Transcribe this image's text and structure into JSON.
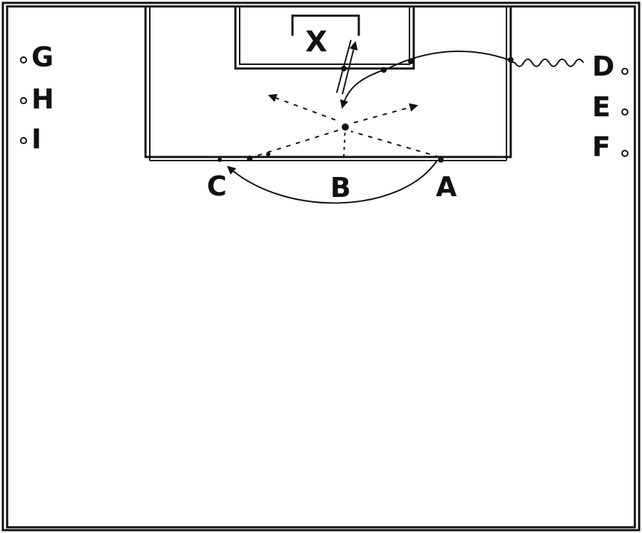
{
  "diagram": {
    "labels": {
      "x": "X",
      "a": "A",
      "b": "B",
      "c": "C",
      "d": "D",
      "e": "E",
      "f": "F",
      "g": "G",
      "h": "H",
      "i": "I"
    },
    "colors": {
      "line": "#111111",
      "background": "#ffffff"
    }
  }
}
